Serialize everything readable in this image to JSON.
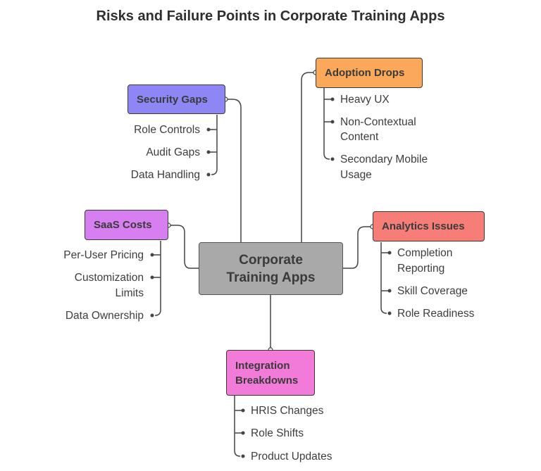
{
  "title": "Risks and Failure Points in Corporate Training Apps",
  "center": {
    "line1": "Corporate",
    "line2": "Training Apps",
    "color": "#a9a9a9"
  },
  "categories": {
    "security": {
      "label": "Security Gaps",
      "color": "#8f86f6",
      "items": [
        "Role Controls",
        "Audit Gaps",
        "Data Handling"
      ]
    },
    "saas": {
      "label": "SaaS Costs",
      "color": "#d77ff0",
      "items": [
        "Per-User Pricing",
        "Customization",
        "Limits",
        "Data Ownership"
      ]
    },
    "adoption": {
      "label": "Adoption Drops",
      "color": "#fba85a",
      "items": [
        "Heavy UX",
        "Non-Contextual",
        "Content",
        "Secondary Mobile",
        "Usage"
      ]
    },
    "analytics": {
      "label": "Analytics Issues",
      "color": "#f77e78",
      "items": [
        "Completion",
        "Reporting",
        "Skill Coverage",
        "Role Readiness"
      ]
    },
    "integration": {
      "label1": "Integration",
      "label2": "Breakdowns",
      "color": "#f27ad8",
      "items": [
        "HRIS Changes",
        "Role Shifts",
        "Product Updates"
      ]
    }
  }
}
